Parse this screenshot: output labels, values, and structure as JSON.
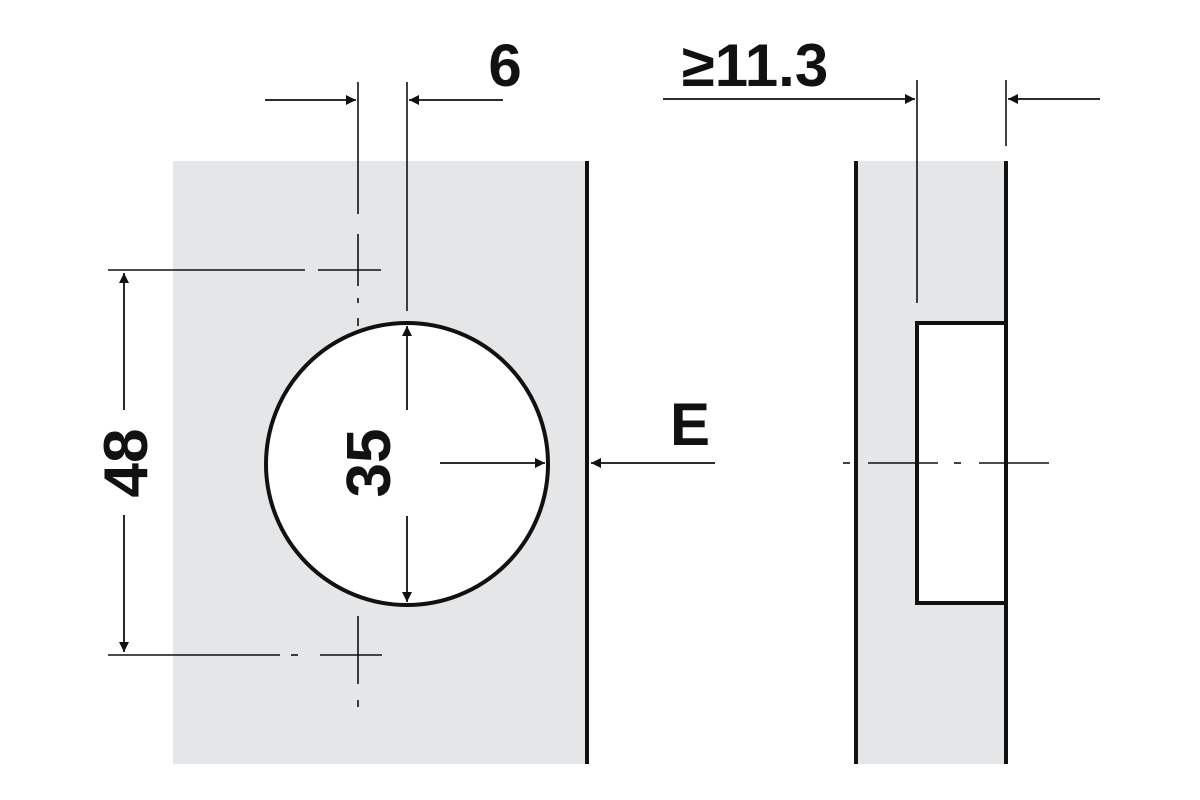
{
  "labels": {
    "offset": "6",
    "depth": "≥11.3",
    "spacing": "48",
    "diameter": "35",
    "edge": "E"
  },
  "colors": {
    "panel": "#e5e6e8",
    "line": "#111111",
    "background": "#ffffff"
  }
}
